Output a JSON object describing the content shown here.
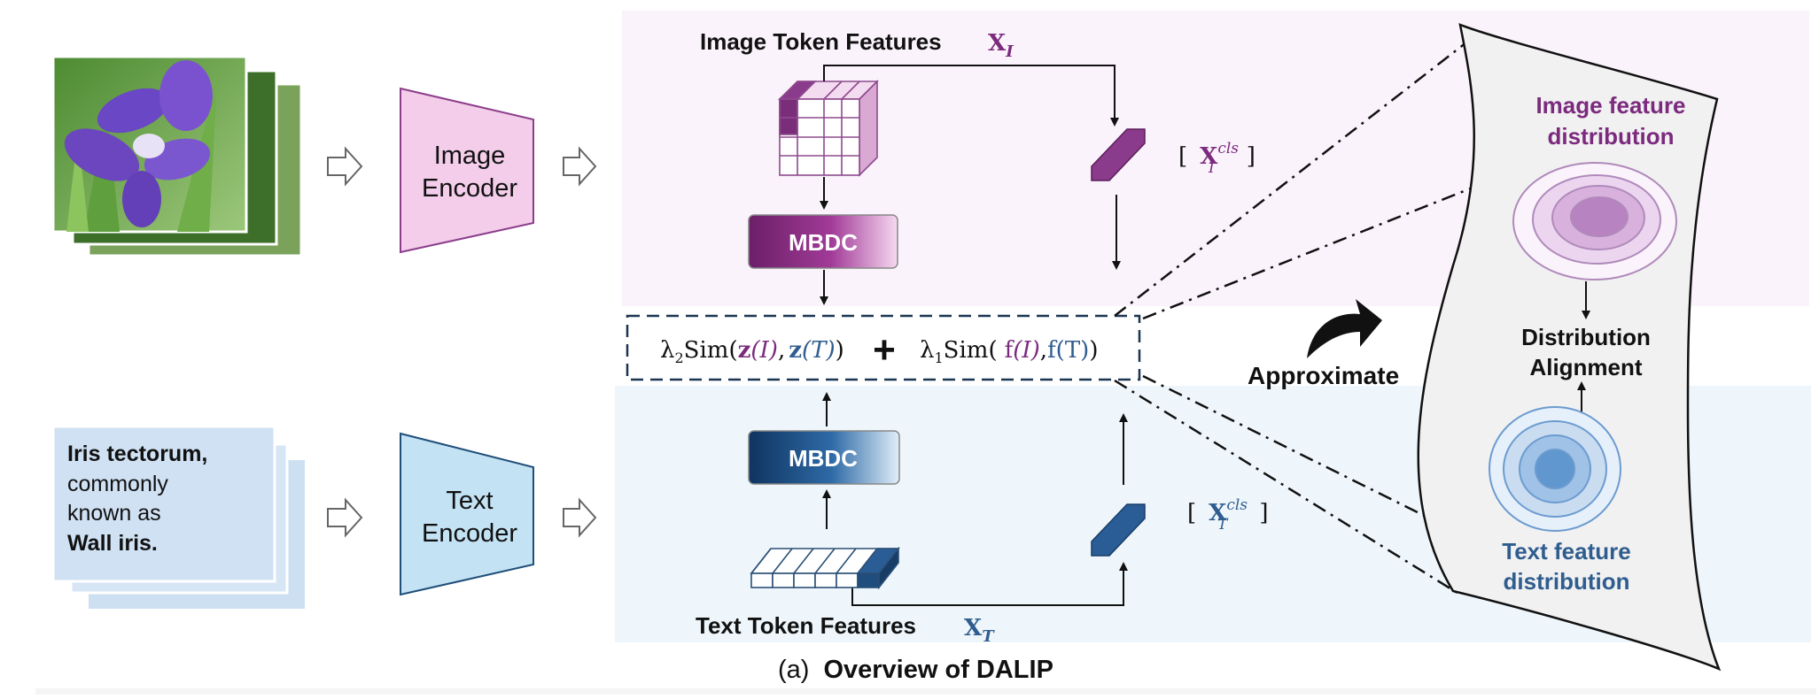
{
  "diagram": {
    "image_encoder": {
      "line1": "Image",
      "line2": "Encoder"
    },
    "text_encoder": {
      "line1": "Text",
      "line2": "Encoder"
    },
    "image_token_features": {
      "label": "Image Token Features",
      "symbol": "X",
      "subscript": "I"
    },
    "text_token_features": {
      "label": "Text Token Features",
      "symbol": "X",
      "subscript": "T"
    },
    "image_cls": {
      "open": "[",
      "symbol": "X",
      "sub": "I",
      "sup": "cls",
      "close": "]"
    },
    "text_cls": {
      "open": "[",
      "symbol": "X",
      "sub": "T",
      "sup": "cls",
      "close": "]"
    },
    "mbdc_image": "MBDC",
    "mbdc_text": "MBDC",
    "formula": {
      "l2_lambda": "λ",
      "l2_sub": "2",
      "sim": "Sim",
      "open": "(",
      "z1": "z",
      "arg_I": "(I)",
      "comma": ",",
      "z2": "z",
      "arg_T": "(T)",
      "close": ")",
      "plus": "+",
      "l1_lambda": "λ",
      "l1_sub": "1",
      "sim2": "Sim",
      "open2": "(",
      "f1": "f",
      "arg_I2": "(I)",
      "comma2": ",",
      "f2": "f(T)",
      "close2": ")"
    },
    "approximate": "Approximate",
    "text_snippet": {
      "bold1": "Iris tectorum,",
      "line2": "commonly",
      "line3": "known as",
      "bold4": "Wall iris."
    },
    "image_feature_distribution": {
      "line1": "Image feature",
      "line2": "distribution"
    },
    "distribution_alignment": {
      "line1": "Distribution",
      "line2": "Alignment"
    },
    "text_feature_distribution": {
      "line1": "Text feature",
      "line2": "distribution"
    },
    "caption": {
      "label": "(a)",
      "title": "Overview of DALIP"
    },
    "colors": {
      "image_purple": "#7b2a7e",
      "text_blue": "#2f5d8f",
      "image_panel_bg": "#fbf3fb",
      "text_panel_bg": "#eef6fb",
      "image_encoder_fill": "#f3cdea",
      "text_encoder_fill": "#c3e2f3",
      "manifold_fill": "#f1f1f1"
    }
  }
}
